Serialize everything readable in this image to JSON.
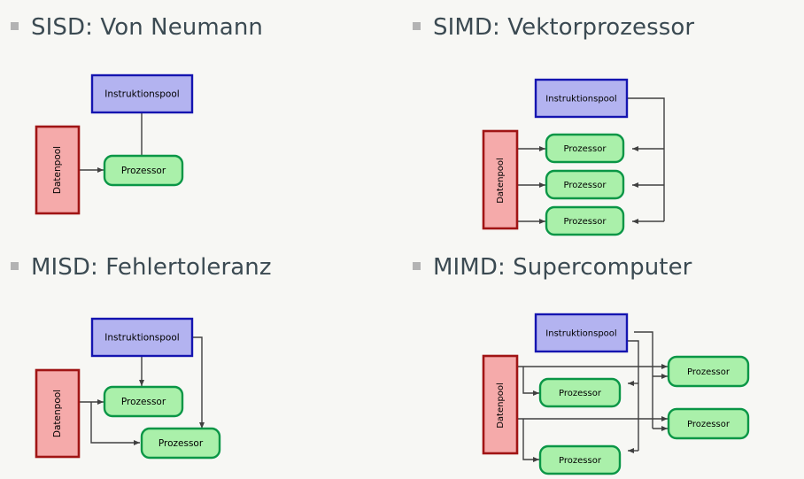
{
  "page": {
    "background_color": "#f7f7f4",
    "heading_color": "#3b4a52",
    "bullet_color": "#b3b3b3"
  },
  "palette": {
    "instruction_fill": "#b3b3f0",
    "instruction_stroke": "#1414b0",
    "data_fill": "#f5aaaa",
    "data_stroke": "#a01414",
    "processor_fill": "#aaf0aa",
    "processor_stroke": "#0a9646",
    "connector": "#404040"
  },
  "labels": {
    "instruction_pool": "Instruktionspool",
    "data_pool": "Datenpool",
    "processor": "Prozessor"
  },
  "quadrants": [
    {
      "id": "sisd",
      "heading": "SISD: Von Neumann",
      "instruction_pool_count": 1,
      "data_pool_count": 1,
      "processor_count": 1
    },
    {
      "id": "simd",
      "heading": "SIMD: Vektorprozessor",
      "instruction_pool_count": 1,
      "data_pool_count": 1,
      "processor_count": 3
    },
    {
      "id": "misd",
      "heading": "MISD: Fehlertoleranz",
      "instruction_pool_count": 1,
      "data_pool_count": 1,
      "processor_count": 2
    },
    {
      "id": "mimd",
      "heading": "MIMD: Supercomputer",
      "instruction_pool_count": 1,
      "data_pool_count": 1,
      "processor_count": 4
    }
  ]
}
